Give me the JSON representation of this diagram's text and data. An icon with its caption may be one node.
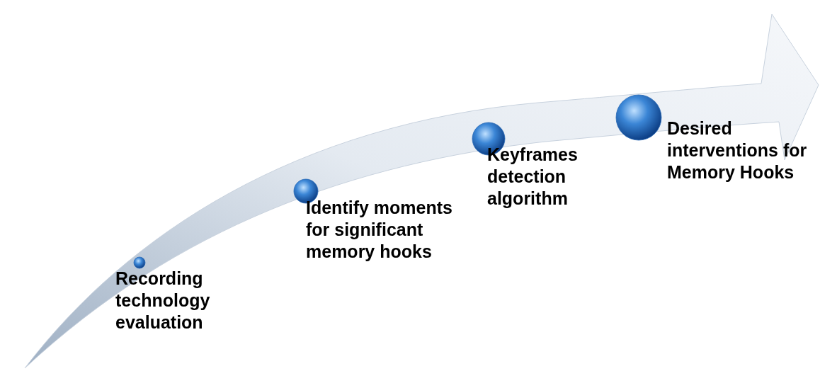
{
  "diagram": {
    "nodes": [
      {
        "text": [
          "Recording technology evaluation"
        ]
      },
      {
        "text": [
          "Identify moments for significant memory hooks"
        ]
      },
      {
        "text": [
          "Keyframes detection algorithm"
        ]
      },
      {
        "text": [
          "Desired interventions for Memory Hooks"
        ]
      }
    ]
  }
}
